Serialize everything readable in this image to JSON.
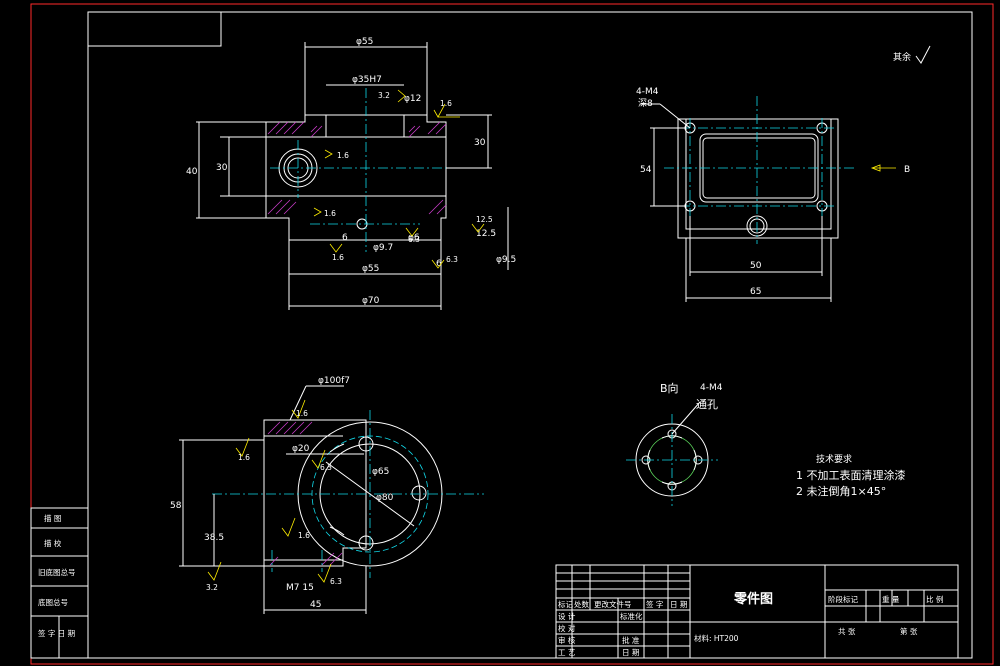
{
  "title_block": {
    "part_name": "零件图",
    "row_labels": [
      "设 计",
      "校 对",
      "审 核",
      "工 艺"
    ],
    "col_headers": [
      "标记",
      "处数",
      "更改文件号",
      "签 字",
      "日 期"
    ],
    "standardized": "标准化",
    "approve": "批 准",
    "date": "日 期",
    "material": "材料: HT200",
    "stage_headers": [
      "阶段标记",
      "重 量",
      "比 例"
    ],
    "sheet_labels": [
      "共 张",
      "第 张"
    ]
  },
  "left_strip": [
    "描 图",
    "描 校",
    "旧底图总号",
    "底图总号",
    "签 字  日 期"
  ],
  "roughness_note": "其余",
  "tech_req": {
    "title": "技术要求",
    "items": [
      "1 不加工表面清理涂漆",
      "2 未注倒角1×45°"
    ]
  },
  "front_view": {
    "dims": [
      "φ55",
      "φ35H7",
      "φ70",
      "φ55",
      "φ9.7",
      "40",
      "30",
      "30",
      "6",
      "6",
      "12.5",
      "φ9.5",
      "φ12",
      "φ6"
    ],
    "roughness": [
      "1.6",
      "1.6",
      "1.6",
      "6.3",
      "6.3",
      "12.5",
      "1.6",
      "3.2"
    ]
  },
  "right_view": {
    "holes": "4-M4",
    "depth": "深8",
    "dims": [
      "54",
      "50",
      "65"
    ],
    "arrow_label": "B"
  },
  "section_view": {
    "dims": [
      "φ100f7",
      "φ20",
      "58",
      "38.5",
      "φ65",
      "φ80",
      "45",
      "M7 15"
    ],
    "roughness": [
      "1.6",
      "1.6",
      "1.6",
      "6.3",
      "6.3",
      "3.2"
    ]
  },
  "b_view": {
    "label": "B向",
    "holes": "4-M4",
    "through": "通孔"
  }
}
